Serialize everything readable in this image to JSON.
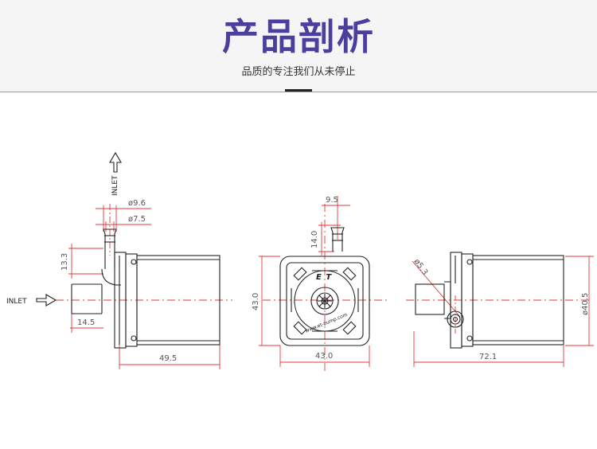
{
  "header": {
    "title": "产品剖析",
    "subtitle": "品质的专注我们从未停止"
  },
  "colors": {
    "title": "#4b3f9e",
    "subtitle": "#333333",
    "accent": "#222222",
    "outline": "#222222",
    "dimension": "#e23a3a",
    "centerline": "#e23a3a",
    "dimension_text": "#555555"
  },
  "drawing": {
    "inlet_top_label": "INLET",
    "inlet_side_label": "INLET",
    "dim_outlet_outer": "ø9.6",
    "dim_outlet_inner": "ø7.5",
    "dim_outlet_height": "13.3",
    "dim_inlet_length": "14.5",
    "dim_side_length": "49.5",
    "dim_spout_width": "9.5",
    "dim_spout_height": "14.0",
    "dim_front_height": "43.0",
    "dim_front_width": "43.0",
    "logo_text": "E T",
    "url_text": "www.et-pump.com",
    "dim_port_dia": "ø5.3",
    "dim_body_dia": "ø40.5",
    "dim_total_length": "72.1"
  }
}
